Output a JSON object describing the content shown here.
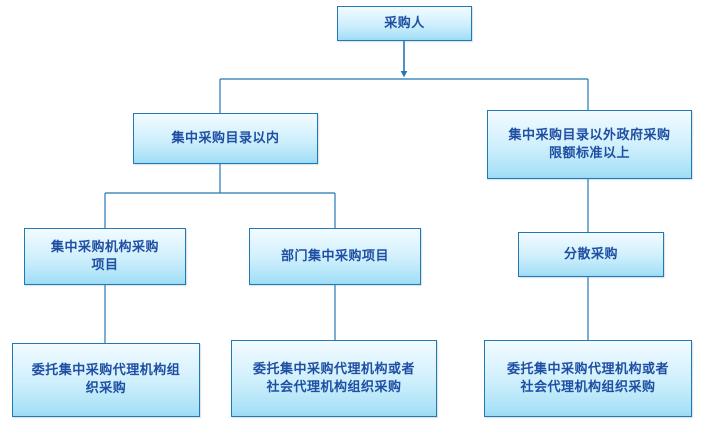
{
  "diagram": {
    "title_text": "采购人",
    "type": "flowchart",
    "accent_color": "#2277b5",
    "text_color": "#1f4fa3",
    "fill_top_color": "#f2fbff",
    "fill_bottom_color": "#9bdcf6",
    "background_color": "#ffffff",
    "nodes": [
      {
        "id": "root",
        "label": "采购人"
      },
      {
        "id": "within-catalog",
        "label": "集中采购目录以内"
      },
      {
        "id": "outside-catalog",
        "label": "集中采购目录以外政府采购\n限额标准以上"
      },
      {
        "id": "centralized-org",
        "label": "集中采购机构采购\n项目"
      },
      {
        "id": "dept-centralized",
        "label": "部门集中采购项目"
      },
      {
        "id": "decentralized",
        "label": "分散采购"
      },
      {
        "id": "entrust-left",
        "label": "委托集中采购代理机构组\n织采购"
      },
      {
        "id": "entrust-middle",
        "label": "委托集中采购代理机构或者\n社会代理机构组织采购"
      },
      {
        "id": "entrust-right",
        "label": "委托集中采购代理机构或者\n社会代理机构组织采购"
      }
    ]
  }
}
